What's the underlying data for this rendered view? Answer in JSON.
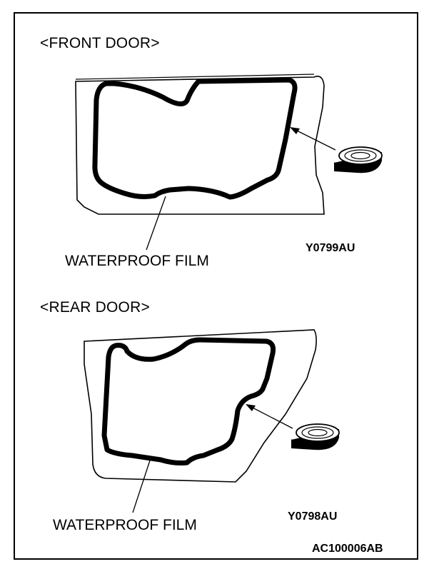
{
  "front": {
    "heading": "<FRONT DOOR>",
    "callout": "WATERPROOF FILM",
    "code": "Y0799AU"
  },
  "rear": {
    "heading": "<REAR DOOR>",
    "callout": "WATERPROOF FILM",
    "code": "Y0798AU"
  },
  "figure_id": "AC100006AB"
}
